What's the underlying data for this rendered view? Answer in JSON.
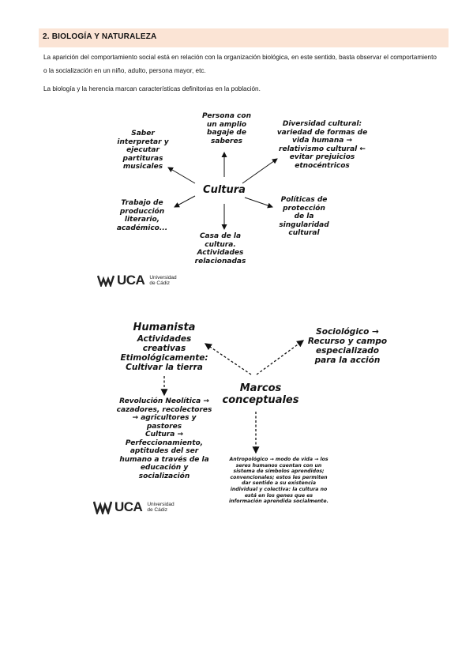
{
  "section": {
    "heading": "2.  BIOLOGÍA Y NATURALEZA",
    "paragraph_1": "La aparición del comportamiento social está en relación con la organización biológica, en este sentido, basta observar el comportamiento o la socialización en un niño, adulto, persona mayor, etc.",
    "paragraph_2": "La biología y la herencia marcan características definitorias en la población."
  },
  "diagram_1": {
    "center": "Cultura",
    "top": "Persona con\nun amplio\nbagaje de\nsaberes",
    "top_left": "Saber\ninterpretar y\nejecutar\npartituras\nmusicales",
    "top_right": "Diversidad cultural:\nvariedad de formas de\nvida humana →\nrelativismo cultural ←\nevitar prejuicios\netnocéntricos",
    "bottom_left": "Trabajo de\nproducción\nliterario,\nacadémico...",
    "bottom": "Casa de la\ncultura.\nActividades\nrelacionadas",
    "bottom_right": "Políticas de\nprotección\nde la\nsingularidad\ncultural",
    "logo_text": "UCA",
    "logo_subtitle": "Universidad\nde Cádiz"
  },
  "diagram_2": {
    "center": "Marcos\nconceptuales",
    "humanista_title": "Humanista",
    "humanista_text": "Actividades\ncreativas\nEtimológicamente:\nCultivar la tierra",
    "sociologico": "Sociológico →\nRecurso y campo\nespecializado\npara la acción",
    "revolucion": "Revolución Neolítica →\ncazadores, recolectores\n→ agricultores y\npastores\nCultura →\nPerfeccionamiento,\naptitudes del ser\nhumano a través de la\neducación y\nsocialización",
    "antropologico": "Antropológico → modo de vida → los\nseres humanos cuentan con un\nsistema de símbolos aprendidos;\nconvencionales;  estos les permiten\ndar sentido a su existencia\nindividual y colectiva: la cultura no\nestá en los genes que es\ninformación aprendida socialmente.",
    "logo_text": "UCA",
    "logo_subtitle": "Universidad\nde Cádiz"
  }
}
